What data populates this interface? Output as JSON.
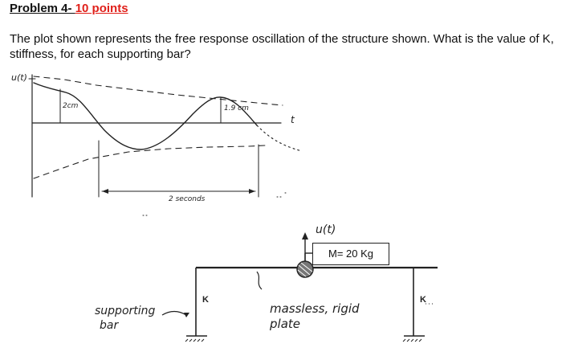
{
  "title": {
    "prefix": "Problem 4- ",
    "points": "10 points"
  },
  "question": "The plot shown represents the free response oscillation of the structure shown. What is the value of K, stiffness, for each supporting bar?",
  "plot": {
    "y_label": "u(t)",
    "t_label": "t",
    "amp1_label": "2cm",
    "amp2_label": "1.9 cm",
    "period_label": "2 seconds"
  },
  "structure": {
    "disp_label": "u(t)",
    "mass_label": "M= 20 Kg",
    "k_left": "K",
    "k_right": "K",
    "plate_label_1": "massless, rigid",
    "plate_label_2": "plate",
    "bar_label_1": "supporting",
    "bar_label_2": "bar"
  },
  "colors": {
    "accent": "#e0201a",
    "ink": "#222222"
  }
}
